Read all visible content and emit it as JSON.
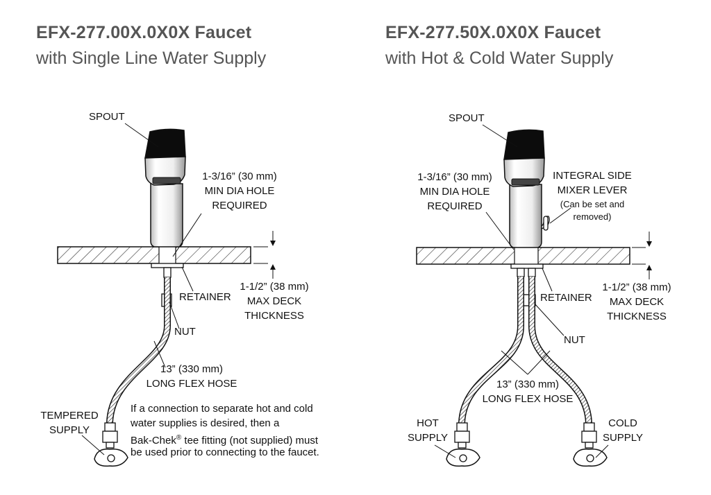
{
  "left": {
    "title": "EFX-277.00X.0X0X Faucet",
    "subtitle": "with Single Line Water Supply",
    "labels": {
      "spout": "SPOUT",
      "hole_1": "1-3/16” (30 mm)",
      "hole_2": "MIN DIA HOLE",
      "hole_3": "REQUIRED",
      "retainer": "RETAINER",
      "deck_1": "1-1/2” (38 mm)",
      "deck_2": "MAX DECK",
      "deck_3": "THICKNESS",
      "nut": "NUT",
      "hose_1": "13” (330 mm)",
      "hose_2": "LONG FLEX HOSE",
      "supply_1": "TEMPERED",
      "supply_2": "SUPPLY"
    },
    "note": {
      "line1": "If a connection to separate hot and cold",
      "line2": "water supplies is desired, then a",
      "line3_a": "Bak-Chek",
      "line3_reg": "®",
      "line3_b": " tee fitting (not supplied) must",
      "line4": "be used prior to connecting to the faucet."
    }
  },
  "right": {
    "title": "EFX-277.50X.0X0X Faucet",
    "subtitle": "with Hot & Cold Water Supply",
    "labels": {
      "spout": "SPOUT",
      "hole_1": "1-3/16” (30 mm)",
      "hole_2": "MIN DIA HOLE",
      "hole_3": "REQUIRED",
      "lever_1": "INTEGRAL SIDE",
      "lever_2": "MIXER LEVER",
      "lever_3": "(Can be set and",
      "lever_4": "removed)",
      "retainer": "RETAINER",
      "deck_1": "1-1/2” (38 mm)",
      "deck_2": "MAX DECK",
      "deck_3": "THICKNESS",
      "nut": "NUT",
      "hose_1": "13” (330 mm)",
      "hose_2": "LONG FLEX HOSE",
      "hot_1": "HOT",
      "hot_2": "SUPPLY",
      "cold_1": "COLD",
      "cold_2": "SUPPLY"
    }
  }
}
